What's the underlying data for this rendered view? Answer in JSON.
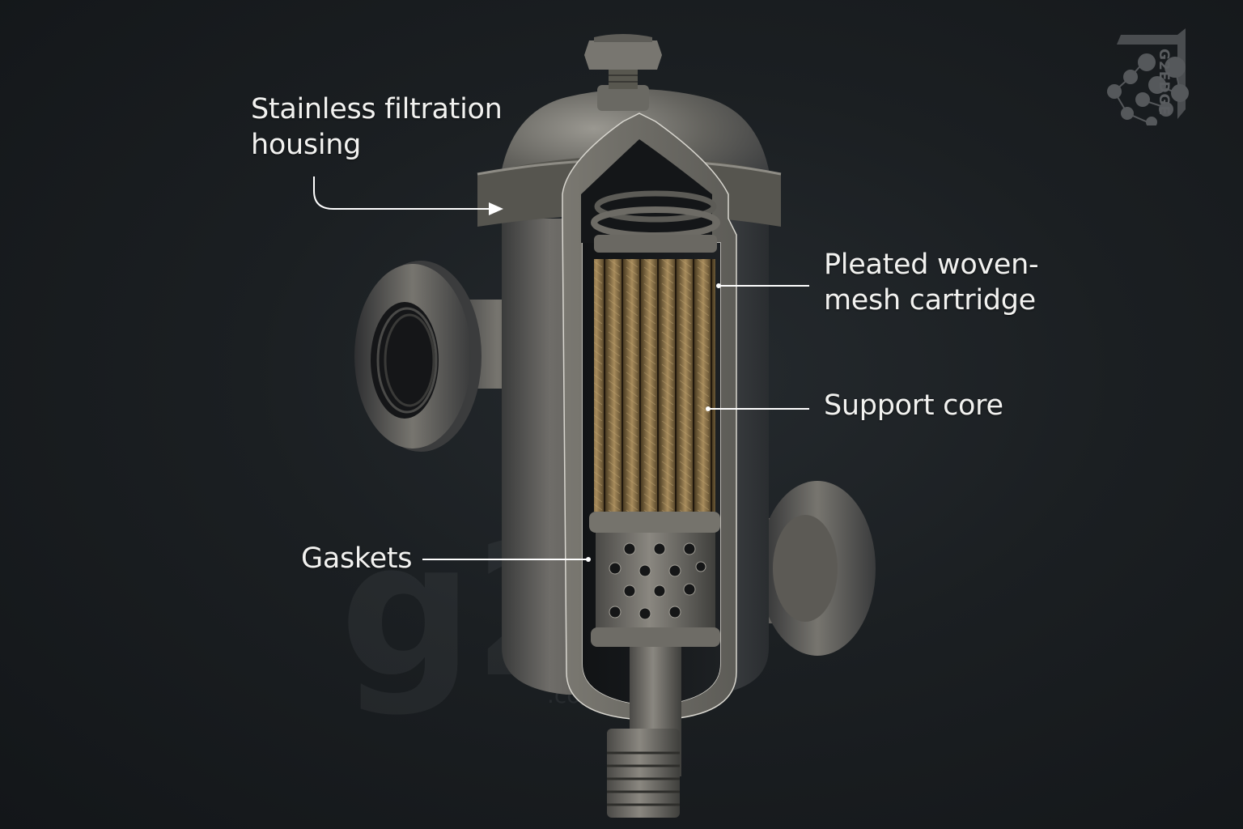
{
  "diagram": {
    "subject": "Stainless filter housing cutaway",
    "background_color": "#171b1e",
    "label_color": "#f2f2f0",
    "metal_color": "#6e6c67",
    "mesh_color": "#9a8155"
  },
  "labels": {
    "housing": {
      "line1": "Stainless filtration",
      "line2": "housing"
    },
    "cartridge": {
      "line1": "Pleated woven-",
      "line2": "mesh cartridge"
    },
    "support_core": {
      "text": "Support core"
    },
    "gaskets": {
      "text": "Gaskets"
    }
  },
  "logo": {
    "text": "G2EDGE",
    "icon": "molecule-network-icon"
  },
  "watermark": {
    "text": "g2e",
    "sub": ".com"
  }
}
